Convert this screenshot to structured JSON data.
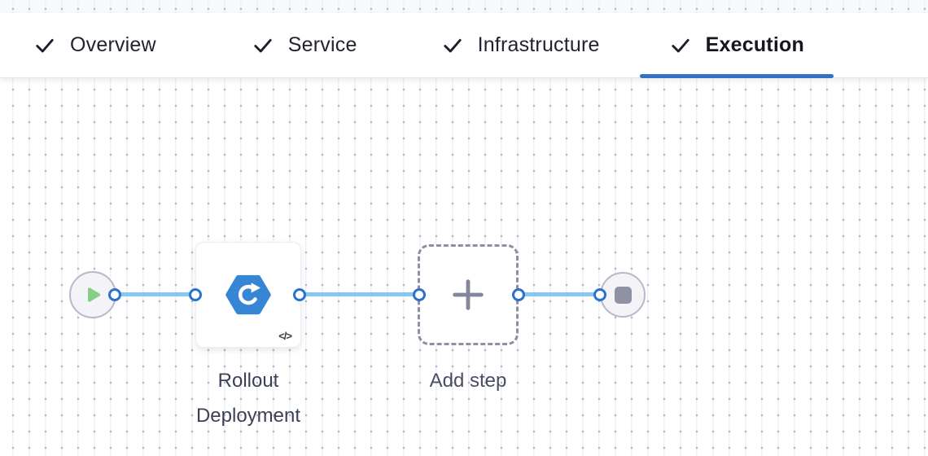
{
  "tabs": [
    {
      "label": "Overview",
      "checked": true,
      "active": false
    },
    {
      "label": "Service",
      "checked": true,
      "active": false
    },
    {
      "label": "Infrastructure",
      "checked": true,
      "active": false
    },
    {
      "label": "Execution",
      "checked": true,
      "active": true
    }
  ],
  "canvas": {
    "start_node": {
      "icon": "play-icon"
    },
    "step_node": {
      "label": "Rollout Deployment",
      "icon": "k8s-rolling-update-icon",
      "badge": "</>"
    },
    "add_step_node": {
      "label": "Add step",
      "icon": "plus-icon"
    },
    "end_node": {
      "icon": "stop-icon"
    }
  },
  "colors": {
    "active_tab_underline": "#3470c4",
    "connector_line": "#84c8f3",
    "port_ring": "#2a72cf",
    "step_icon_blue": "#3786d6",
    "play_green": "#84cf84",
    "stop_gray": "#8f91a4",
    "grid_dot": "#b4b8c6"
  }
}
